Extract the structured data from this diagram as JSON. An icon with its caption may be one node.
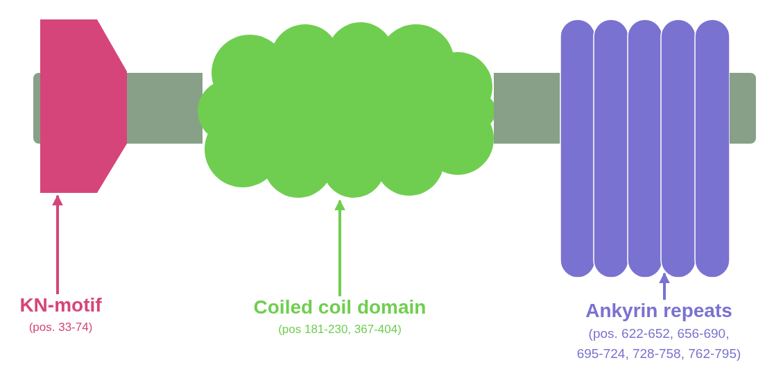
{
  "diagram": {
    "nodes": [
      {
        "text": [],
        "shape": "bar"
      },
      {
        "text": [],
        "shape": "trapezoid"
      },
      {
        "text": [],
        "shape": "bar"
      },
      {
        "text": [],
        "shape": "cloud"
      },
      {
        "text": [],
        "shape": "bar"
      },
      {
        "text": [],
        "shape": "oval"
      },
      {
        "text": [],
        "shape": "oval"
      },
      {
        "text": [],
        "shape": "oval"
      },
      {
        "text": [],
        "shape": "oval"
      },
      {
        "text": [],
        "shape": "oval"
      },
      {
        "text": [],
        "shape": "bar"
      },
      {
        "text": [
          "KN-motif",
          "(pos. 33-74)"
        ]
      },
      {
        "text": [
          "Coiled coil domain",
          "(pos 181-230, 367-404)"
        ]
      },
      {
        "text": [
          "Ankyrin repeats",
          "(pos. 622-652, 656-690, 695-724, 728-758, 762-795)"
        ]
      }
    ],
    "edges": [
      {
        "from": 11,
        "to": 1,
        "arrow": "to",
        "color": "#d6457a"
      },
      {
        "from": 12,
        "to": 3,
        "arrow": "to",
        "color": "#6fce4f"
      },
      {
        "from": 13,
        "to": 8,
        "arrow": "to",
        "color": "#7a72d0"
      }
    ]
  }
}
